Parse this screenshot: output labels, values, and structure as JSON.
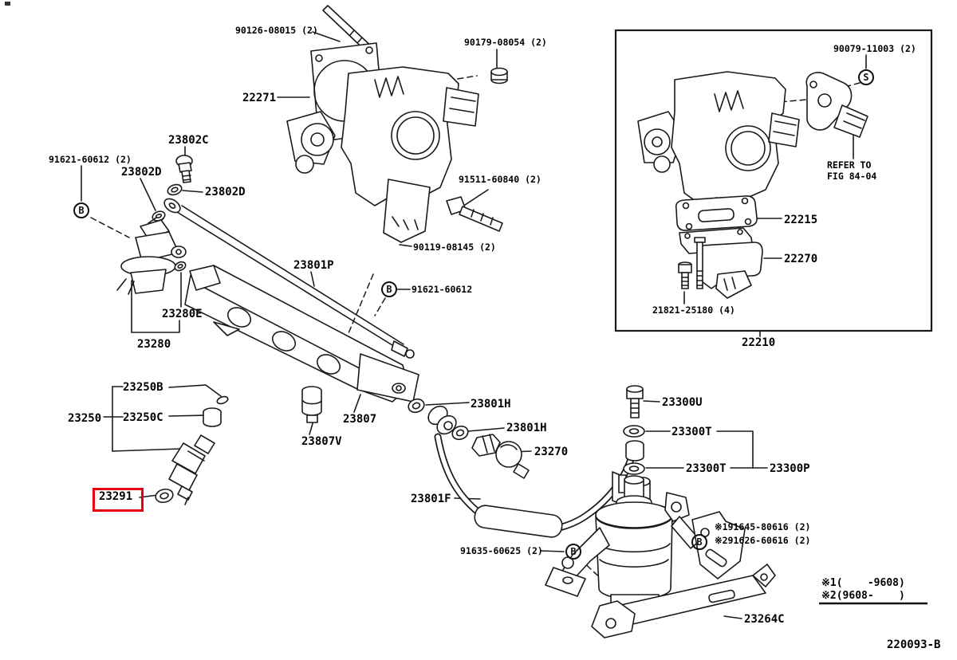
{
  "doc": {
    "figure_code": "220093-B",
    "highlighted_part": "23291",
    "colors": {
      "line": "#1a1a1a",
      "highlight": "#e60012",
      "background": "#ffffff"
    }
  },
  "labels": {
    "stud_90126": {
      "text": "90126-08015 (2)"
    },
    "nut_90179": {
      "text": "90179-08054 (2)"
    },
    "gasket_22271": {
      "text": "22271"
    },
    "bolt_23802c": {
      "text": "23802C"
    },
    "union_91621_left": {
      "text": "91621-60612 (2)"
    },
    "washer_23802d_a": {
      "text": "23802D"
    },
    "bolt_91511": {
      "text": "91511-60840 (2)"
    },
    "washer_23802d_b": {
      "text": "23802D"
    },
    "bolt_90119": {
      "text": "90119-08145 (2)"
    },
    "pipe_23801p": {
      "text": "23801P"
    },
    "union_91621_right": {
      "text": "91621-60612"
    },
    "bracket_23280e": {
      "text": "23280E"
    },
    "regulator_23280": {
      "text": "23280"
    },
    "oring_23250b": {
      "text": "23250B"
    },
    "injector_23250": {
      "text": "23250"
    },
    "grommet_23250c": {
      "text": "23250C"
    },
    "rail_23807": {
      "text": "23807"
    },
    "damper_23807v": {
      "text": "23807V"
    },
    "washer_23801h_a": {
      "text": "23801H"
    },
    "washer_23801h_b": {
      "text": "23801H"
    },
    "bolt_23270": {
      "text": "23270"
    },
    "seal_23291": {
      "text": "23291"
    },
    "hose_23801f": {
      "text": "23801F"
    },
    "union_91635": {
      "text": "91635-60625 (2)"
    },
    "bolt_23300u": {
      "text": "23300U"
    },
    "gasket_23300t_a": {
      "text": "23300T"
    },
    "gasket_23300t_b": {
      "text": "23300T"
    },
    "regulator_23300p": {
      "text": "23300P"
    },
    "note_91645": {
      "text": "※191645-80616 (2)"
    },
    "note_91626": {
      "text": "※291626-60616 (2)"
    },
    "bracket_23264c": {
      "text": "23264C"
    },
    "gasket_22215": {
      "text": "22215"
    },
    "valve_22270": {
      "text": "22270"
    },
    "bolt_21821": {
      "text": "21821-25180 (4)"
    },
    "assembly_22210": {
      "text": "22210"
    },
    "screw_90079": {
      "text": "90079-11003 (2)"
    },
    "refer_line1": {
      "text": "REFER TO"
    },
    "refer_line2": {
      "text": "FIG 84-04"
    },
    "note_range1": {
      "text": "※1(    -9608)"
    },
    "note_range2": {
      "text": "※2(9608-    )"
    },
    "doc_code": {
      "text": "220093-B"
    }
  },
  "symbols": {
    "b1": {
      "letter": "B"
    },
    "b2": {
      "letter": "B"
    },
    "b3": {
      "letter": "B"
    },
    "b4": {
      "letter": "B"
    },
    "s1": {
      "letter": "S"
    }
  }
}
